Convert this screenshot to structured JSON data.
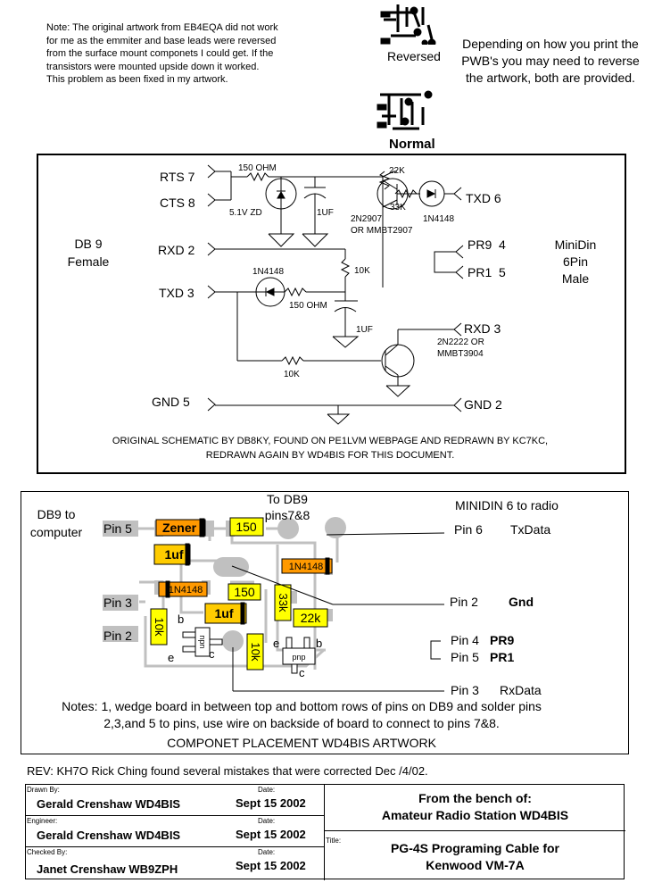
{
  "header": {
    "note": "Note: The original artwork from EB4EQA did not work\nfor me as the emmiter and base leads were reversed\nfrom the surface mount componets I could get. If the\ntransistors were mounted upside down it worked.\nThis problem as been fixed in my artwork.",
    "thumb_reversed_label": "Reversed",
    "thumb_normal_label": "Normal",
    "depending_text": "Depending on how you print the PWB's you may need to reverse the artwork, both are provided."
  },
  "schematic": {
    "db9_label": [
      "DB 9",
      "Female"
    ],
    "minidin_label": [
      "MiniDin",
      "6Pin",
      "Male"
    ],
    "db9_pins": [
      "RTS 7",
      "CTS 8",
      "RXD 2",
      "TXD 3",
      "GND 5"
    ],
    "minidin_pins": [
      "TXD 6",
      "PR9  4",
      "PR1  5",
      "RXD 3",
      "GND 2"
    ],
    "components": {
      "r150_top": "150 OHM",
      "zener": "5.1V ZD",
      "cap_top": "1UF",
      "r22k": "22K",
      "r33k": "33K",
      "pnp": [
        "2N2907",
        "OR MMBT2907"
      ],
      "diode_top": "1N4148",
      "r10k_mid": "10K",
      "diode_mid": "1N4148",
      "r150_mid": "150 OHM",
      "cap_mid": "1UF",
      "npn": [
        "2N2222 OR",
        "MMBT3904"
      ],
      "r10k_bottom": "10K"
    },
    "credit": [
      "ORIGINAL SCHEMATIC BY DB8KY, FOUND ON PE1LVM WEBPAGE AND REDRAWN BY KC7KC,",
      "REDRAWN AGAIN BY WD4BIS FOR THIS DOCUMENT."
    ]
  },
  "placement": {
    "db9_label": [
      "DB9 to",
      "computer"
    ],
    "to_db9": [
      "To DB9",
      "pins7&8"
    ],
    "minidin_title": "MINIDIN 6 to radio",
    "left_pins": [
      "Pin 5",
      "Pin 3",
      "Pin 2"
    ],
    "parts": {
      "zener": "Zener",
      "r150a": "150",
      "cap1": "1uf",
      "d1": "1N4148",
      "d2": "1N4148",
      "r150b": "150",
      "cap2": "1uf",
      "r33k": "33k",
      "r22k": "22k",
      "r10k_a": "10k",
      "r10k_b": "10k",
      "npn": "npn",
      "pnp": "pnp",
      "b": "b",
      "e": "e",
      "c": "c"
    },
    "right_pins": [
      {
        "pin": "Pin 6",
        "name": "TxData",
        "bold": false
      },
      {
        "pin": "Pin 2",
        "name": "Gnd",
        "bold": true
      },
      {
        "pin": "Pin 4",
        "name": "PR9",
        "bold": true
      },
      {
        "pin": "Pin 5",
        "name": "PR1",
        "bold": true
      },
      {
        "pin": "Pin 3",
        "name": "RxData",
        "bold": false
      }
    ],
    "notes": [
      "Notes: 1, wedge board in between top and bottom rows of pins on DB9 and solder pins",
      "2,3,and 5 to pins, use wire on backside of board to connect to pins 7&8."
    ],
    "caption": "COMPONET PLACEMENT WD4BIS ARTWORK"
  },
  "rev": "REV: KH7O Rick Ching found several mistakes that were corrected Dec /4/02.",
  "title_block": {
    "rows": [
      {
        "role": "Drawn By:",
        "name": "Gerald Crenshaw WD4BIS",
        "date_label": "Date:",
        "date": "Sept 15 2002"
      },
      {
        "role": "Engineer:",
        "name": "Gerald Crenshaw WD4BIS",
        "date_label": "Date:",
        "date": "Sept 15 2002"
      },
      {
        "role": "Checked By:",
        "name": "Janet Crenshaw WB9ZPH",
        "date_label": "Date:",
        "date": "Sept 15 2002"
      }
    ],
    "bench": [
      "From the bench of:",
      "Amateur Radio Station WD4BIS"
    ],
    "title_label": "Title:",
    "title": [
      "PG-4S Programing Cable for",
      "Kenwood VM-7A"
    ]
  },
  "colors": {
    "resistor": "#ffff00",
    "diode": "#ff9900",
    "cap": "#ffcc00",
    "trace": "#c0c0c0"
  }
}
